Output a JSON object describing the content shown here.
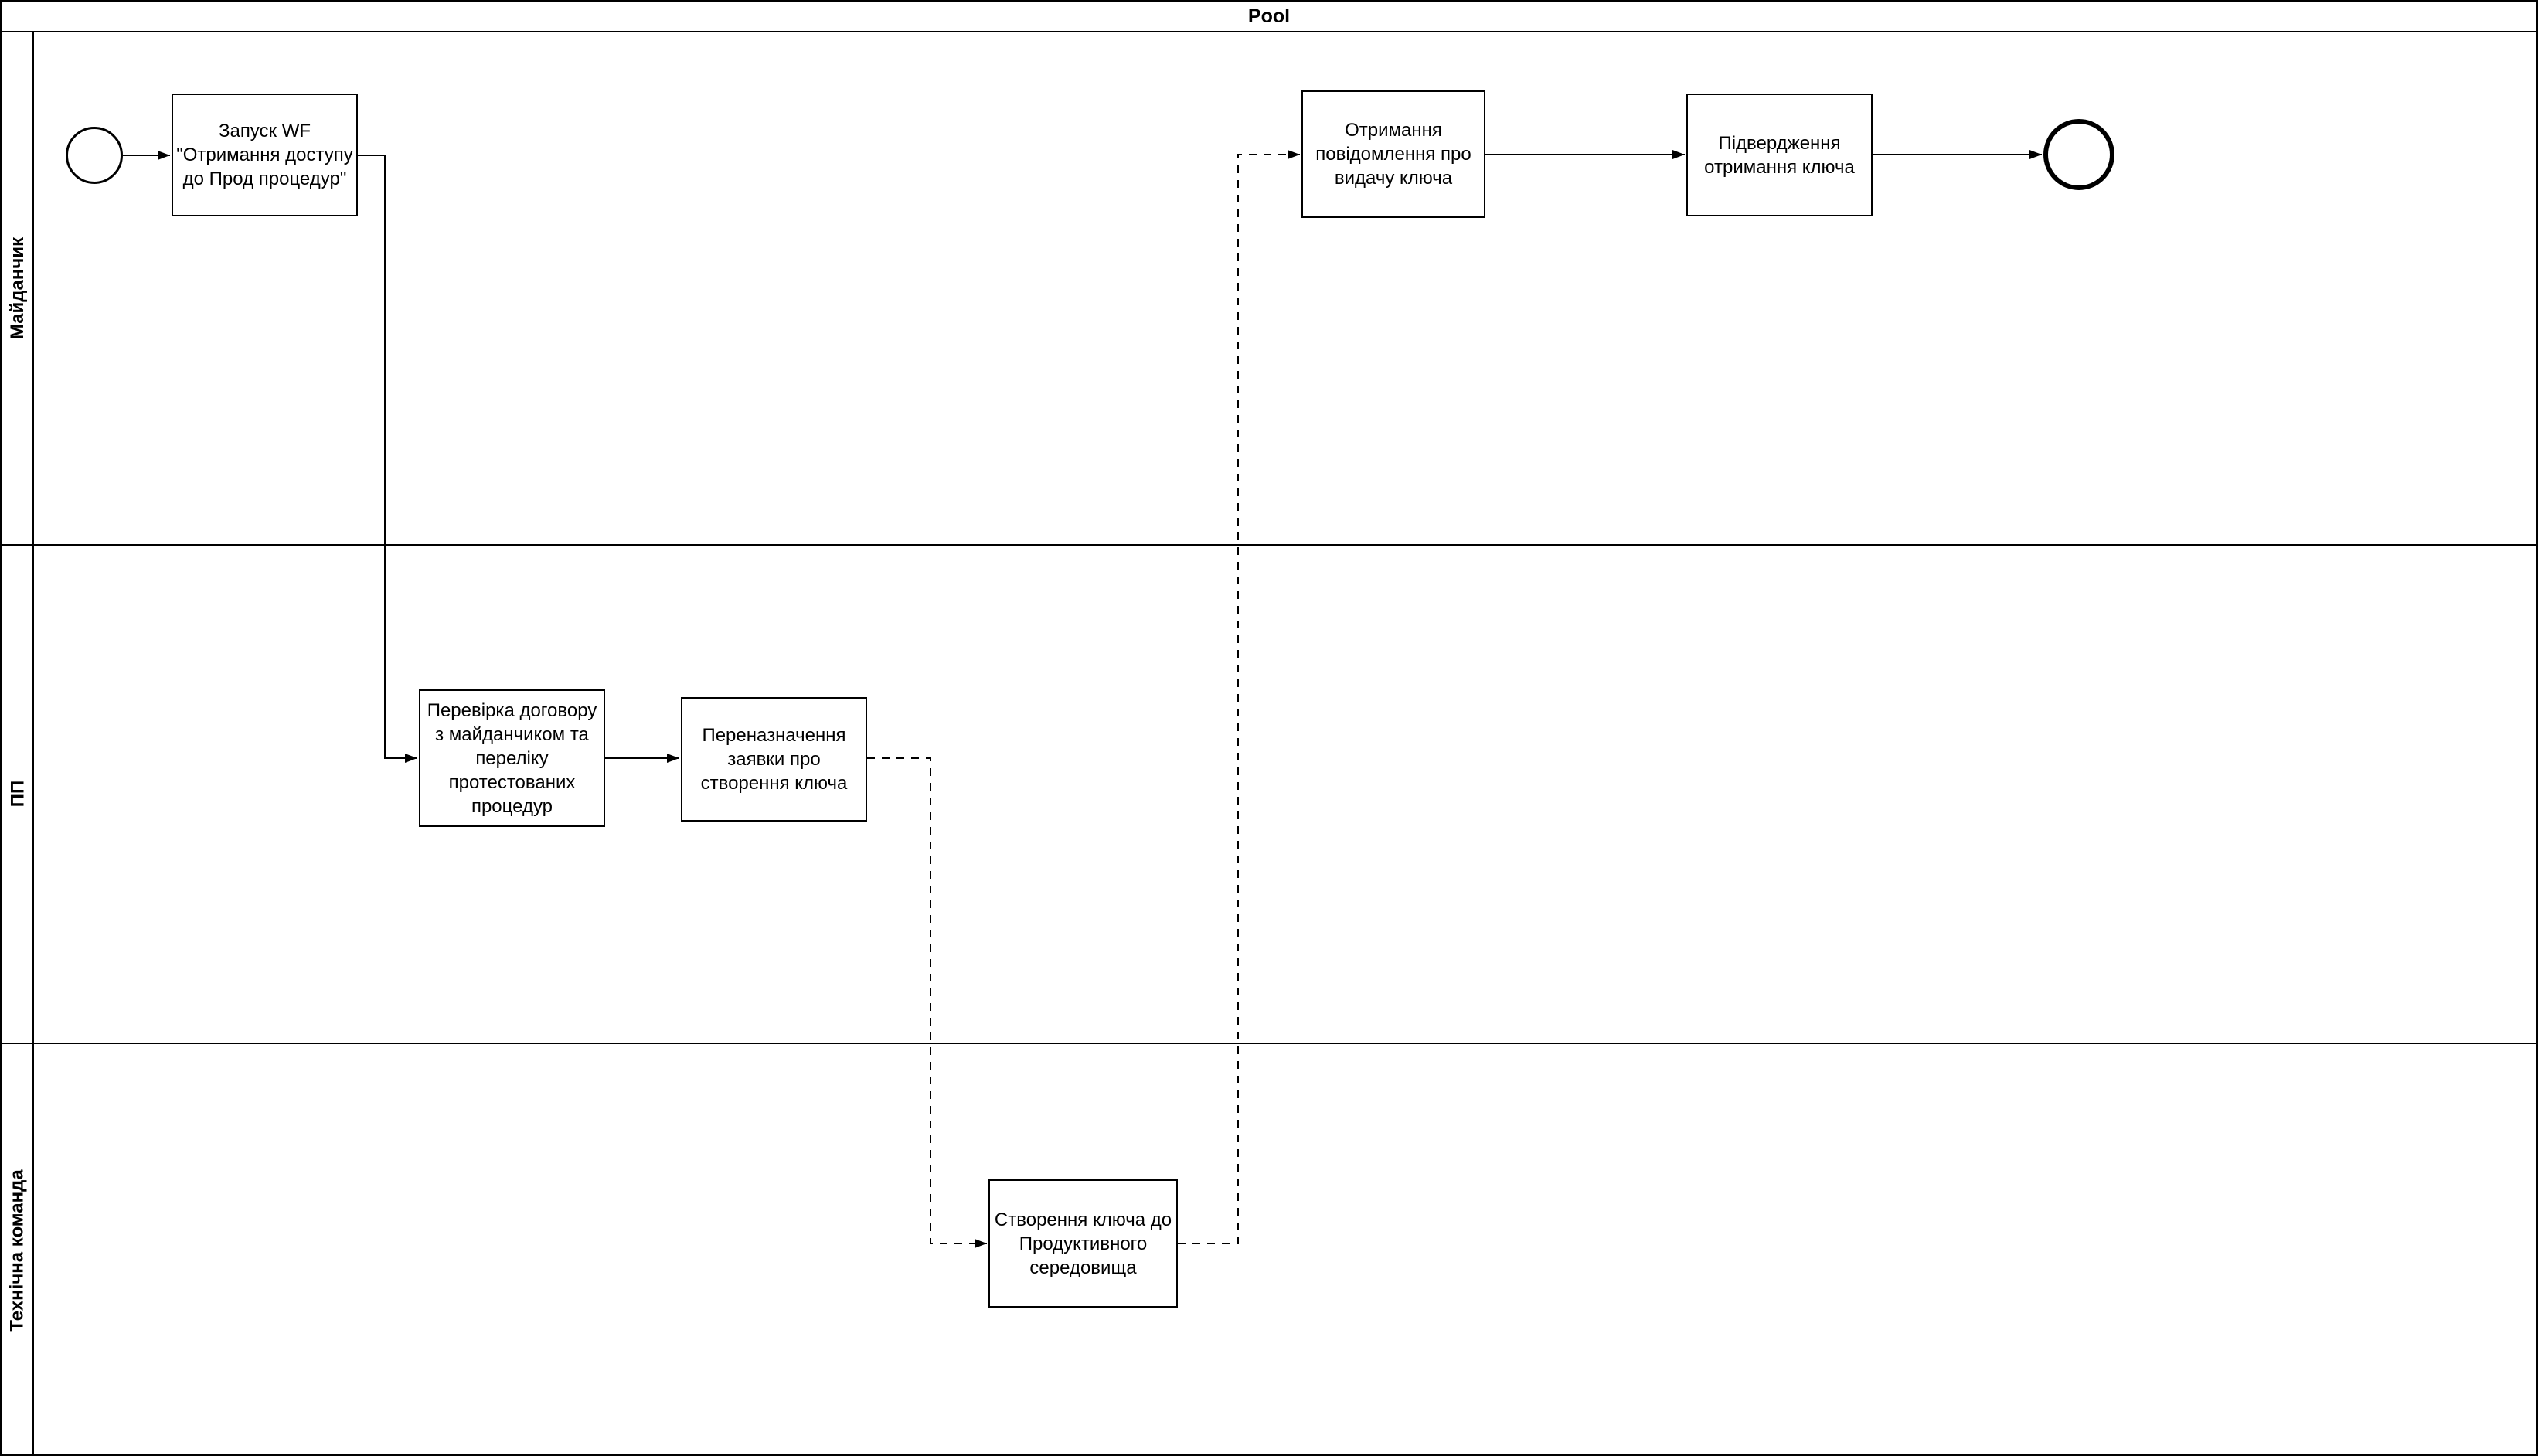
{
  "pool": {
    "title": "Pool",
    "lanes": [
      {
        "label": "Майданчик"
      },
      {
        "label": "ПП"
      },
      {
        "label": "Технічна команда"
      }
    ]
  },
  "tasks": {
    "start_wf": "Запуск WF\n\"Отримання доступу\nдо Прод процедур\"",
    "check_contract": "Перевірка договору\nз майданчиком та\nпереліку\nпротестованих\nпроцедур",
    "reassign_request": "Переназначення\nзаявки про\nстворення ключа",
    "create_key": "Створення ключа до\nПродуктивного\nсередовища",
    "receive_notification": "Отримання\nповідомлення про\nвидачу ключа",
    "confirm_receipt": "Підвердження\nотримання ключа"
  },
  "colors": {
    "stroke": "#000000",
    "fill": "#ffffff"
  }
}
